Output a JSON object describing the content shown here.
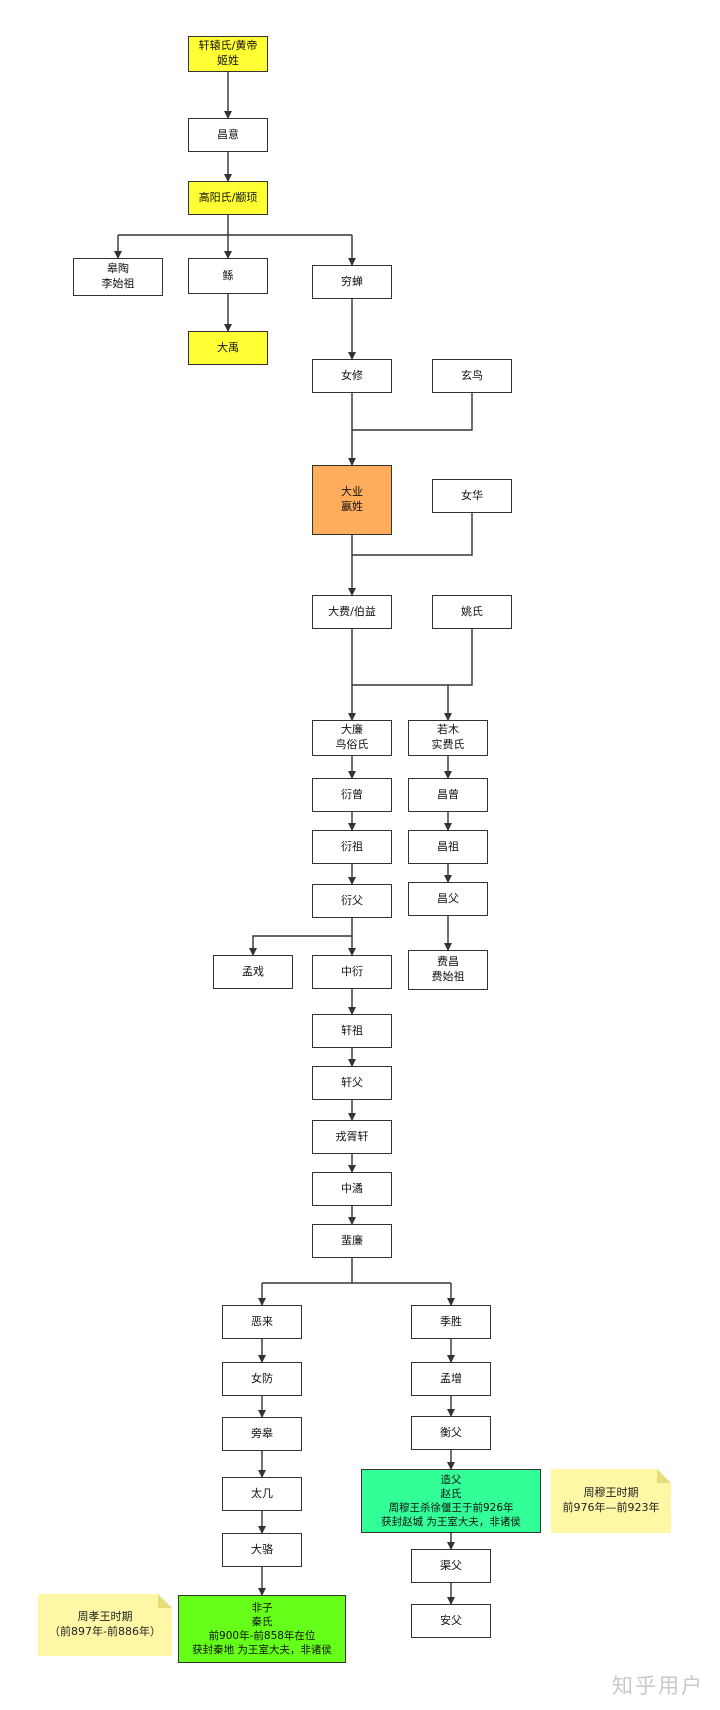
{
  "colors": {
    "default": "#ffffff",
    "yellow": "#ffff33",
    "orange": "#ffad5c",
    "green_teal": "#33ff99",
    "green_lime": "#66ff1a",
    "note": "#fdf7a6",
    "stroke": "#333333"
  },
  "nodes": {
    "xuanyuan": {
      "text": "轩辕氏/黄帝\n姬姓",
      "fill": "yellow"
    },
    "changyi": {
      "text": "昌意",
      "fill": "default"
    },
    "gaoyang": {
      "text": "高阳氏/颛顼",
      "fill": "yellow"
    },
    "gaotao": {
      "text": "皋陶\n李始祖",
      "fill": "default"
    },
    "gun": {
      "text": "鲧",
      "fill": "default"
    },
    "qiongchan": {
      "text": "穷蝉",
      "fill": "default"
    },
    "dayu": {
      "text": "大禹",
      "fill": "yellow"
    },
    "nvxiu": {
      "text": "女修",
      "fill": "default"
    },
    "xuanniao": {
      "text": "玄鸟",
      "fill": "default"
    },
    "daye": {
      "text": "大业\n嬴姓",
      "fill": "orange"
    },
    "nvhua": {
      "text": "女华",
      "fill": "default"
    },
    "dafei": {
      "text": "大费/伯益",
      "fill": "default"
    },
    "yaoshi": {
      "text": "姚氏",
      "fill": "default"
    },
    "dalian": {
      "text": "大廉\n鸟俗氏",
      "fill": "default"
    },
    "ruomu": {
      "text": "若木\n实费氏",
      "fill": "default"
    },
    "yanceng": {
      "text": "衍曾",
      "fill": "default"
    },
    "changceng": {
      "text": "昌曾",
      "fill": "default"
    },
    "yanzu": {
      "text": "衍祖",
      "fill": "default"
    },
    "changzu": {
      "text": "昌祖",
      "fill": "default"
    },
    "yanfu": {
      "text": "衍父",
      "fill": "default"
    },
    "changfu": {
      "text": "昌父",
      "fill": "default"
    },
    "mengxi": {
      "text": "孟戏",
      "fill": "default"
    },
    "zhongyan": {
      "text": "中衍",
      "fill": "default"
    },
    "feichang": {
      "text": "费昌\n费始祖",
      "fill": "default"
    },
    "xuanzu": {
      "text": "轩祖",
      "fill": "default"
    },
    "xuanfu": {
      "text": "轩父",
      "fill": "default"
    },
    "rongxuxuan": {
      "text": "戎胥轩",
      "fill": "default"
    },
    "zhongjue": {
      "text": "中潏",
      "fill": "default"
    },
    "feilian": {
      "text": "蜚廉",
      "fill": "default"
    },
    "elai": {
      "text": "恶来",
      "fill": "default"
    },
    "jisheng": {
      "text": "季胜",
      "fill": "default"
    },
    "nvfang": {
      "text": "女防",
      "fill": "default"
    },
    "mengzeng": {
      "text": "孟增",
      "fill": "default"
    },
    "panggao": {
      "text": "旁皋",
      "fill": "default"
    },
    "hengfu": {
      "text": "衡父",
      "fill": "default"
    },
    "taiji": {
      "text": "太几",
      "fill": "default"
    },
    "zaofu": {
      "text": "造父\n赵氏\n周穆王杀徐偃王于前926年\n获封赵城 为王室大夫，非诸侯",
      "fill": "green_teal"
    },
    "daluo": {
      "text": "大骆",
      "fill": "default"
    },
    "feizi": {
      "text": "非子\n秦氏\n前900年-前858年在位\n获封秦地 为王室大夫，非诸侯",
      "fill": "green_lime"
    },
    "qufu": {
      "text": "渠父",
      "fill": "default"
    },
    "anfu": {
      "text": "安父",
      "fill": "default"
    }
  },
  "notes": {
    "zhoumu": {
      "text": "周穆王时期\n前976年—前923年"
    },
    "zhouxiao": {
      "text": "周孝王时期\n（前897年-前886年）"
    }
  },
  "watermark": "知乎用户"
}
